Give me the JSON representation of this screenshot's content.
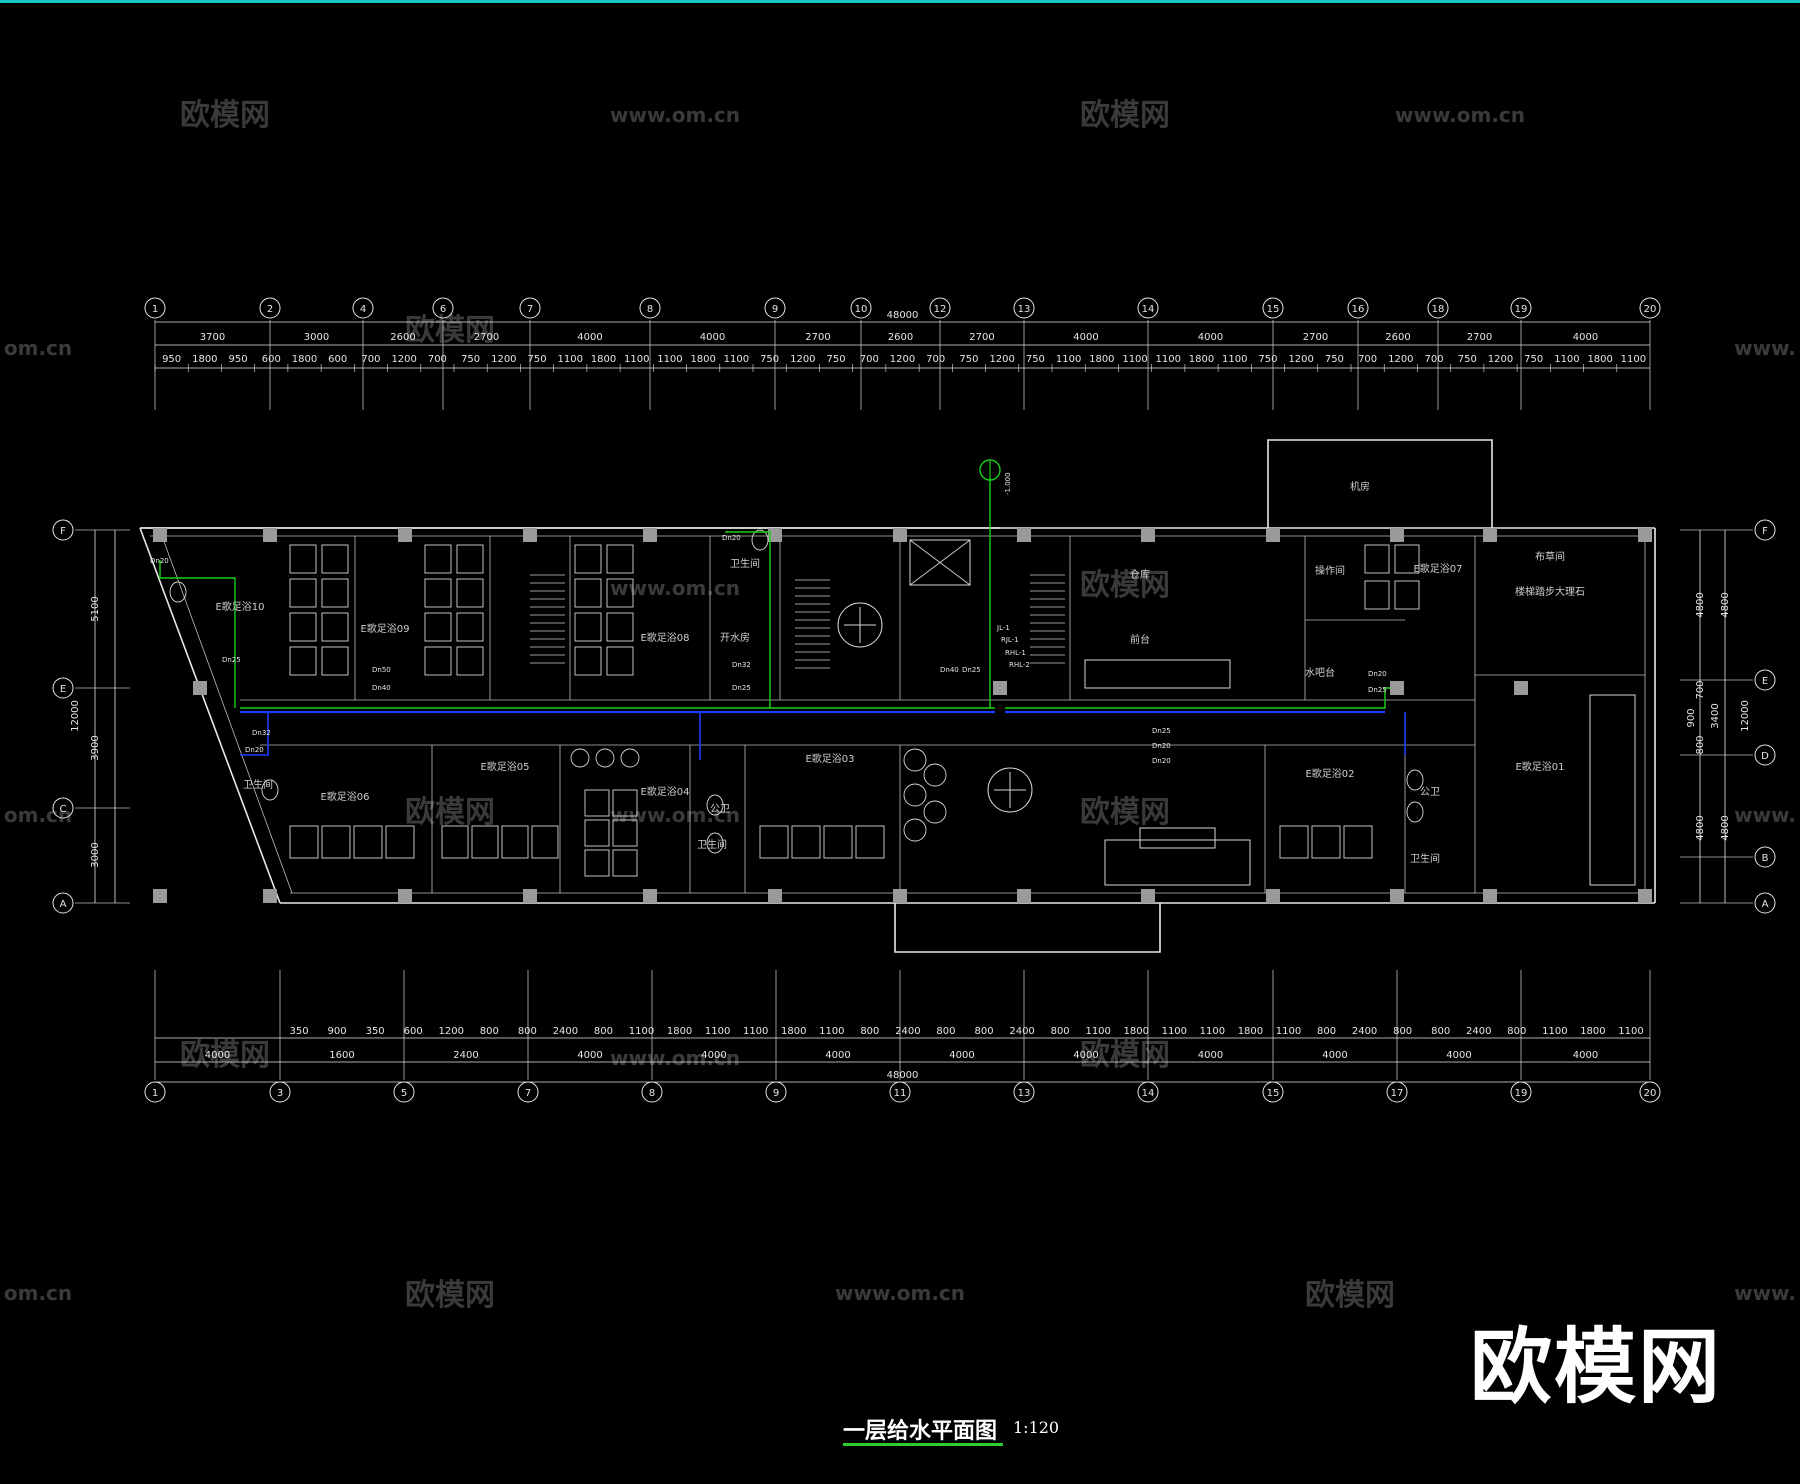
{
  "colors": {
    "background": "#000000",
    "wall": "#e8e8e8",
    "thin": "#bdbdbd",
    "pipe_blue": "#1d3bff",
    "pipe_green": "#18d018",
    "column": "#9a9a9a",
    "accent_top": "#19c6c6",
    "watermark": "#3a3a3a"
  },
  "brand_logo": "欧模网",
  "watermarks": {
    "cn": "欧模网",
    "url": "www.om.cn",
    "url_partial": "om.cn"
  },
  "title": {
    "text": "一层给水平面图",
    "scale": "1:120"
  },
  "top_axes": [
    "1",
    "2",
    "4",
    "6",
    "7",
    "8",
    "9",
    "10",
    "12",
    "13",
    "14",
    "15",
    "16",
    "18",
    "19",
    "20"
  ],
  "bottom_axes": [
    "1",
    "3",
    "5",
    "7",
    "8",
    "9",
    "11",
    "13",
    "14",
    "15",
    "17",
    "19",
    "20"
  ],
  "left_axes": [
    "F",
    "E",
    "C",
    "A"
  ],
  "right_axes": [
    "F",
    "E",
    "D",
    "B",
    "A"
  ],
  "top_total": "48000",
  "bottom_total": "48000",
  "top_row1": [
    "3700",
    "3000",
    "2600",
    "2700",
    "4000",
    "4000",
    "2700",
    "2600",
    "2700",
    "4000",
    "4000",
    "2700",
    "2600",
    "2700",
    "4000"
  ],
  "top_row2": [
    "950",
    "1800",
    "950",
    "600",
    "1800",
    "600",
    "700",
    "1200",
    "700",
    "750",
    "1200",
    "750",
    "1100",
    "1800",
    "1100",
    "1100",
    "1800",
    "1100",
    "750",
    "1200",
    "750",
    "700",
    "1200",
    "700",
    "750",
    "1200",
    "750",
    "1100",
    "1800",
    "1100",
    "1100",
    "1800",
    "1100",
    "750",
    "1200",
    "750",
    "700",
    "1200",
    "700",
    "750",
    "1200",
    "750",
    "1100",
    "1800",
    "1100"
  ],
  "bottom_row1": [
    "350",
    "900",
    "350",
    "600",
    "1200",
    "800",
    "800",
    "2400",
    "800",
    "1100",
    "1800",
    "1100",
    "1100",
    "1800",
    "1100",
    "800",
    "2400",
    "800",
    "800",
    "2400",
    "800",
    "1100",
    "1800",
    "1100",
    "1100",
    "1800",
    "1100",
    "800",
    "2400",
    "800",
    "800",
    "2400",
    "800",
    "1100",
    "1800",
    "1100"
  ],
  "bottom_row2": [
    "4000",
    "1600",
    "2400",
    "4000",
    "4000",
    "4000",
    "4000",
    "4000",
    "4000",
    "4000",
    "4000",
    "4000"
  ],
  "left_dims": [
    "5100",
    "12000",
    "3900",
    "3000"
  ],
  "right_dims_outer": [
    "4800",
    "12000",
    "4800"
  ],
  "right_dims_inner": [
    "4800",
    "700",
    "3400",
    "900",
    "800",
    "4800"
  ],
  "rooms": {
    "r10": "E歌足浴10",
    "r09": "E歌足浴09",
    "r08": "E歌足浴08",
    "r07": "E歌足浴07",
    "r06": "E歌足浴06",
    "r05": "E歌足浴05",
    "r04": "E歌足浴04",
    "r03": "E歌足浴03",
    "r02": "E歌足浴02",
    "r01": "E歌足浴01",
    "boiler": "开水房",
    "toilet": "卫生间",
    "toilet2": "卫生间",
    "toilet3": "卫生间",
    "toilet4": "卫生间",
    "pubwc": "公卫",
    "pubwc2": "公卫",
    "machine": "机房",
    "front": "前台",
    "storage": "仓库",
    "operate": "操作间",
    "bar": "水吧台",
    "cloth": "布草间",
    "stairs": "楼梯踏步大理石"
  },
  "pipe_labels": {
    "riser": [
      "JL-1",
      "RJL-1",
      "RHL-1",
      "RHL-2"
    ],
    "elev": "-1.000",
    "dn": [
      "Dn20",
      "Dn25",
      "Dn32",
      "Dn40",
      "Dn50"
    ]
  }
}
